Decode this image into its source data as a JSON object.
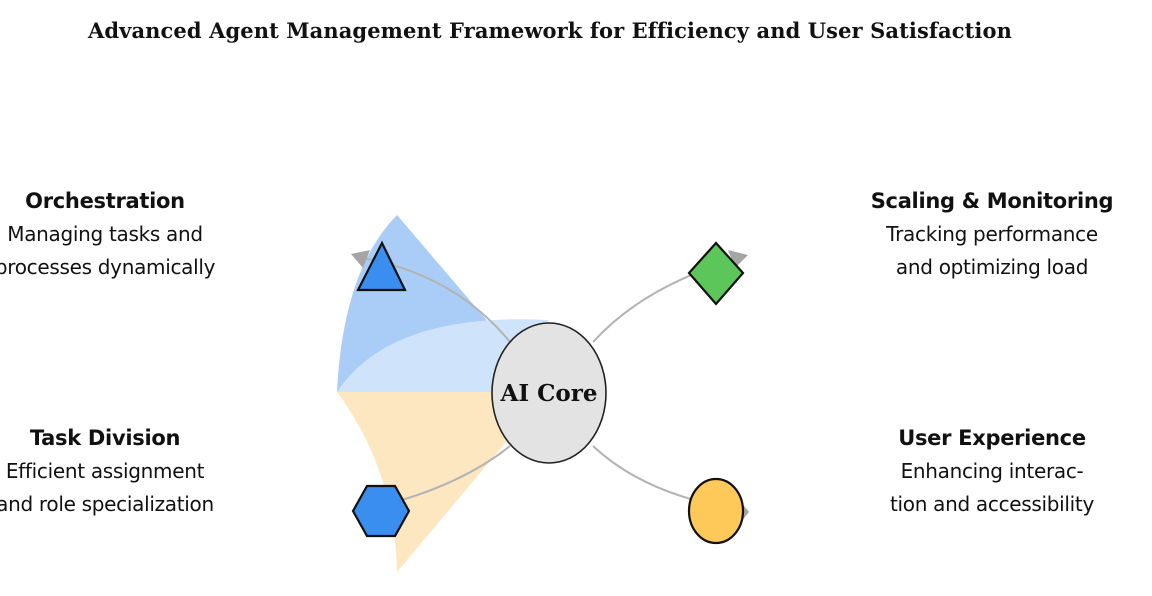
{
  "title": "Advanced Agent Management Framework for Efficiency and User Satisfaction",
  "core": {
    "label": "AI Core",
    "fill": "#e3e3e3"
  },
  "nodes": [
    {
      "id": "orchestration",
      "heading": "Orchestration",
      "lines": [
        "Managing tasks and",
        "processes dynamically"
      ],
      "shape": "triangle",
      "color": "#3a8ef0"
    },
    {
      "id": "scaling",
      "heading": "Scaling & Monitoring",
      "lines": [
        "Tracking performance",
        "and optimizing load"
      ],
      "shape": "diamond",
      "color": "#5cc65a"
    },
    {
      "id": "task-division",
      "heading": "Task Division",
      "lines": [
        "Efficient assignment",
        "and role specialization"
      ],
      "shape": "hexagon",
      "color": "#3a8ef0"
    },
    {
      "id": "user-experience",
      "heading": "User Experience",
      "lines": [
        "Enhancing interac-",
        "tion and accessibility"
      ],
      "shape": "circle",
      "color": "#ffc95a"
    }
  ],
  "colors": {
    "wedge_blue_light": "#cfe3fb",
    "wedge_blue_mid": "#a9cdf6",
    "wedge_orange": "#fde7c1",
    "connector": "#b3b3b3",
    "arrow": "#a5a5a5"
  }
}
